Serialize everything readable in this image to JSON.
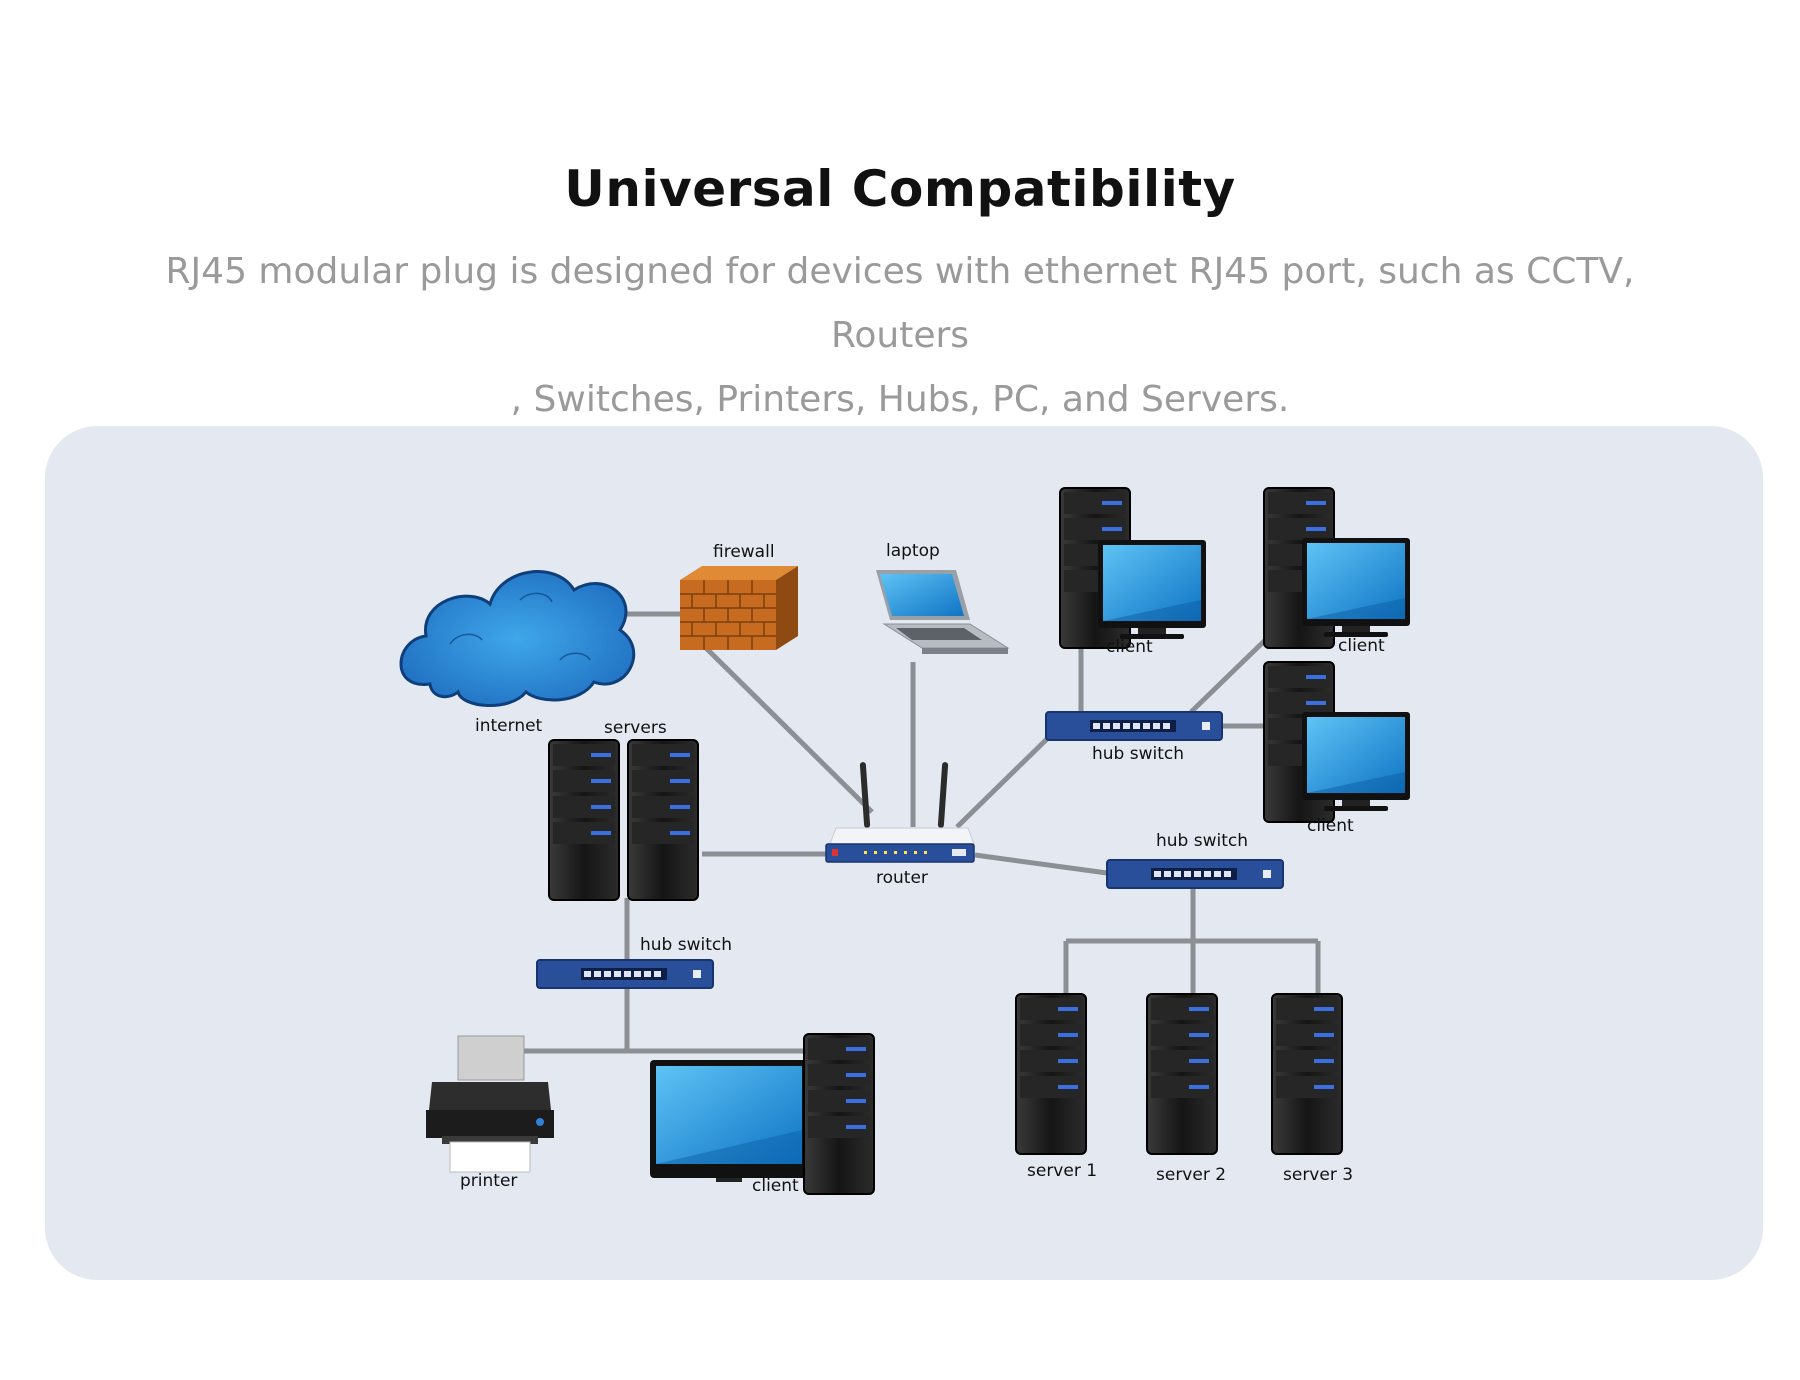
{
  "heading": "Universal Compatibility",
  "description_line1": "RJ45 modular plug is designed for devices with ethernet RJ45 port, such as CCTV, Routers",
  "description_line2": ", Switches, Printers, Hubs, PC, and Servers.",
  "colors": {
    "panel": "#e4e9f1",
    "cable": "#8c8f94",
    "switch_blue": "#2a4f9a",
    "screen_blue": "#1a90d8",
    "cloud_blue": "#2a86d4",
    "firewall": "#c66b1f",
    "server_black": "#1b1b1b",
    "server_led": "#3a6fe0"
  },
  "diagram": {
    "labels": {
      "internet": "internet",
      "firewall": "firewall",
      "laptop": "laptop",
      "servers": "servers",
      "router": "router",
      "hub_switch_left": "hub switch",
      "hub_switch_top": "hub switch",
      "hub_switch_right": "hub switch",
      "client_top_left": "client",
      "client_top_right": "client",
      "client_mid_right": "client",
      "client_bottom": "client",
      "printer": "printer",
      "server_1": "server 1",
      "server_2": "server 2",
      "server_3": "server 3"
    },
    "icons": [
      "cloud-icon",
      "firewall-icon",
      "laptop-icon",
      "router-icon",
      "hub-switch-icon",
      "server-tower-icon",
      "monitor-icon",
      "printer-icon"
    ]
  }
}
